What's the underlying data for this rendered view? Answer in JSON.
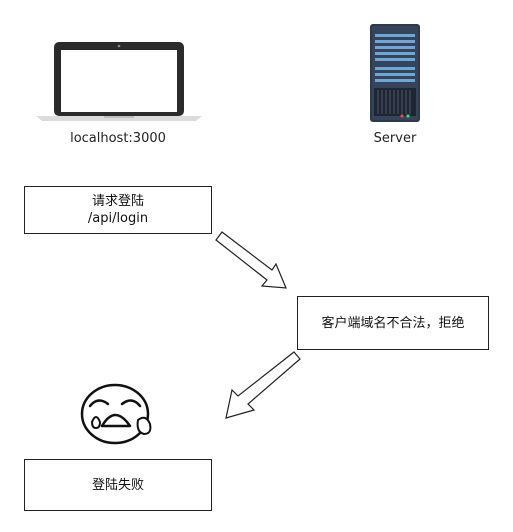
{
  "client": {
    "label": "localhost:3000",
    "icon": "laptop-icon"
  },
  "server": {
    "label": "Server",
    "icon": "server-icon"
  },
  "request_box": {
    "line1": "请求登陆",
    "line2": "/api/login"
  },
  "rejection_box": {
    "text": "客户端域名不合法，拒绝"
  },
  "result_box": {
    "text": "登陆失败"
  },
  "crying_face": {
    "icon": "crying-face-icon"
  }
}
